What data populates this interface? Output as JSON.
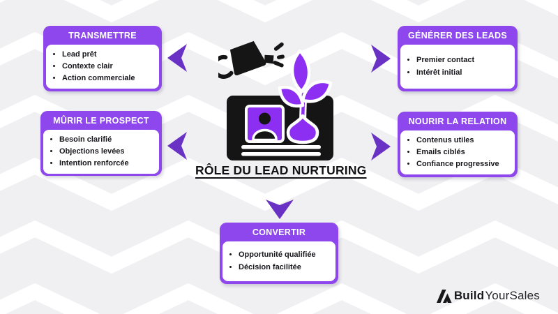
{
  "title": "RÔLE DU LEAD NURTURING",
  "colors": {
    "header_purple": "#8d47ec",
    "arrow_purple": "#6a32c4",
    "plant_purple": "#8c2ff2",
    "ink_black": "#151515",
    "background_gray": "#f0f0f2",
    "pattern_white": "#ffffff"
  },
  "boxes": {
    "transmettre": {
      "title": "TRANSMETTRE",
      "items": [
        "Lead prêt",
        "Contexte clair",
        "Action commerciale"
      ]
    },
    "generer": {
      "title": "GÉNÉRER DES LEADS",
      "items": [
        "Premier contact",
        "Intérêt initial"
      ]
    },
    "murir": {
      "title": "MÛRIR LE PROSPECT",
      "items": [
        "Besoin clarifié",
        "Objections levées",
        "Intention renforcée"
      ]
    },
    "nourir": {
      "title": "NOURIR LA RELATION",
      "items": [
        "Contenus utiles",
        "Emails ciblés",
        "Confiance progressive"
      ]
    },
    "convertir": {
      "title": "CONVERTIR",
      "items": [
        "Opportunité qualifiée",
        "Décision facilitée"
      ]
    }
  },
  "logo": {
    "bold": "Build",
    "light": "YourSales"
  }
}
